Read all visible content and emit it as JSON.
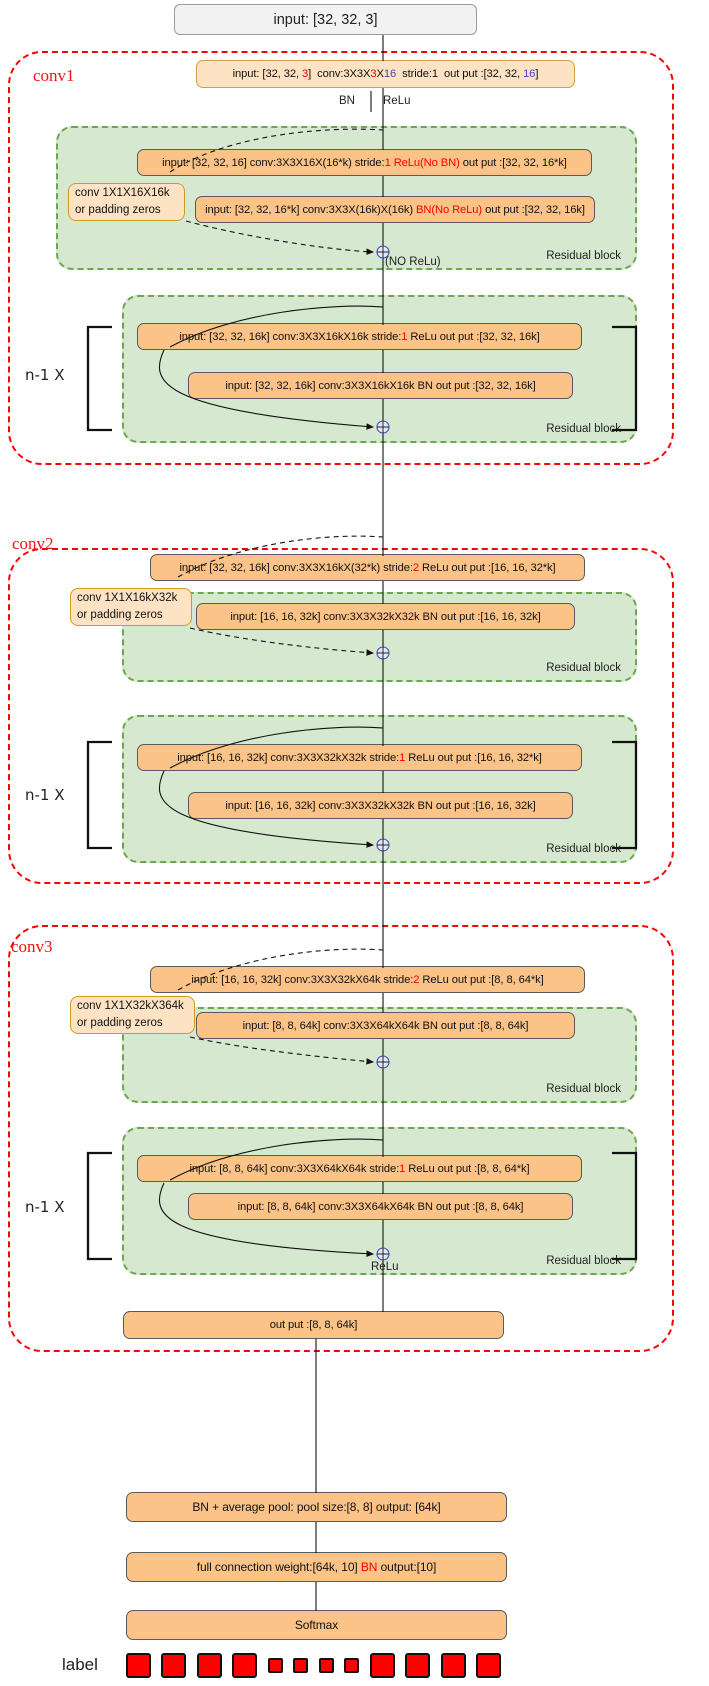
{
  "top": {
    "input_label": "input: [32, 32, 3]"
  },
  "groups": [
    {
      "name": "conv1",
      "label": "conv1",
      "head_box": {
        "parts": [
          "input: [32, 32, ",
          "3",
          "]  conv:3X3X",
          "3",
          "X",
          "16",
          "  stride:1  out put :[32, 32, ",
          "16",
          "]"
        ]
      },
      "bn_label": "BN",
      "relu_label": "ReLu",
      "block1": {
        "title": "Residual block",
        "line1": "input: [32, 32, 16]  conv:3X3X16X(16*k) stride:",
        "line1_red": "1  ReLu(No BN)",
        "line1_tail": "  out put :[32, 32, 16*k]",
        "line2": "input: [32, 32, 16*k]  conv:3X3X(16k)X(16k)  ",
        "line2_red": "BN(No ReLu)",
        "line2_tail": "  out put :[32, 32, 16k]",
        "shortcut_l1": "conv 1X1X16X16k",
        "shortcut_l2": "or padding zeros",
        "sum_note": "(NO ReLu)"
      },
      "block2": {
        "title": "Residual block",
        "repeat": "n-1  X",
        "line1": "input: [32, 32, 16k]  conv:3X3X16kX16k stride:",
        "line1_red": "1",
        "line1_tail": "  ReLu  out put :[32, 32, 16k]",
        "line2": "input: [32, 32, 16k]  conv:3X3X16kX16k  BN   out put :[32, 32, 16k]"
      }
    },
    {
      "name": "conv2",
      "label": "conv2",
      "block1": {
        "title": "Residual block",
        "line1": "input: [32, 32, 16k]  conv:3X3X16kX(32*k) stride:",
        "line1_red": "2",
        "line1_tail": " ReLu  out put :[16, 16, 32*k]",
        "line2": "input: [16, 16, 32k]  conv:3X3X32kX32k  BN  out put :[16, 16, 32k]",
        "shortcut_l1": "conv 1X1X16kX32k",
        "shortcut_l2": "or padding zeros"
      },
      "block2": {
        "title": "Residual block",
        "repeat": "n-1  X",
        "line1": "input: [16, 16, 32k]  conv:3X3X32kX32k stride:",
        "line1_red": "1",
        "line1_tail": "  ReLu  out put :[16, 16, 32*k]",
        "line2": "input: [16, 16, 32k]  conv:3X3X32kX32k  BN  out put :[16, 16, 32k]"
      }
    },
    {
      "name": "conv3",
      "label": "conv3",
      "block1": {
        "title": "Residual block",
        "line1": "input: [16, 16, 32k]  conv:3X3X32kX64k stride:",
        "line1_red": "2",
        "line1_tail": " ReLu  out put :[8, 8, 64*k]",
        "line2": "input: [8, 8, 64k]  conv:3X3X64kX64k  BN  out put :[8, 8, 64k]",
        "shortcut_l1": "conv 1X1X32kX364k",
        "shortcut_l2": "or padding zeros"
      },
      "block2": {
        "title": "Residual block",
        "repeat": "n-1  X",
        "line1": "input: [8, 8, 64k]  conv:3X3X64kX64k stride:",
        "line1_red": "1",
        "line1_tail": "  ReLu  out put :[8, 8, 64*k]",
        "line2": "input: [8, 8, 64k]  conv:3X3X64kX64k  BN  out put :[8, 8, 64k]",
        "sum_note": "ReLu"
      },
      "output_box": "out put :[8, 8, 64k]"
    }
  ],
  "tail": {
    "pool_box": "BN + average pool:  pool size:[8, 8] output: [64k]",
    "fc_box_pre": "full connection weight:[64k, 10]  ",
    "fc_box_red": "BN",
    "fc_box_post": " output:[10]",
    "softmax_box": "Softmax",
    "label_text": "label",
    "label_squares": [
      "big",
      "big",
      "big",
      "big",
      "small",
      "small",
      "small",
      "small",
      "big",
      "big",
      "big",
      "big"
    ]
  },
  "colors": {
    "region_red": "#ff0000",
    "block_green": "#d7e8d0",
    "box_orange": "#fbc387",
    "accent_blue": "#3b4cc0"
  }
}
